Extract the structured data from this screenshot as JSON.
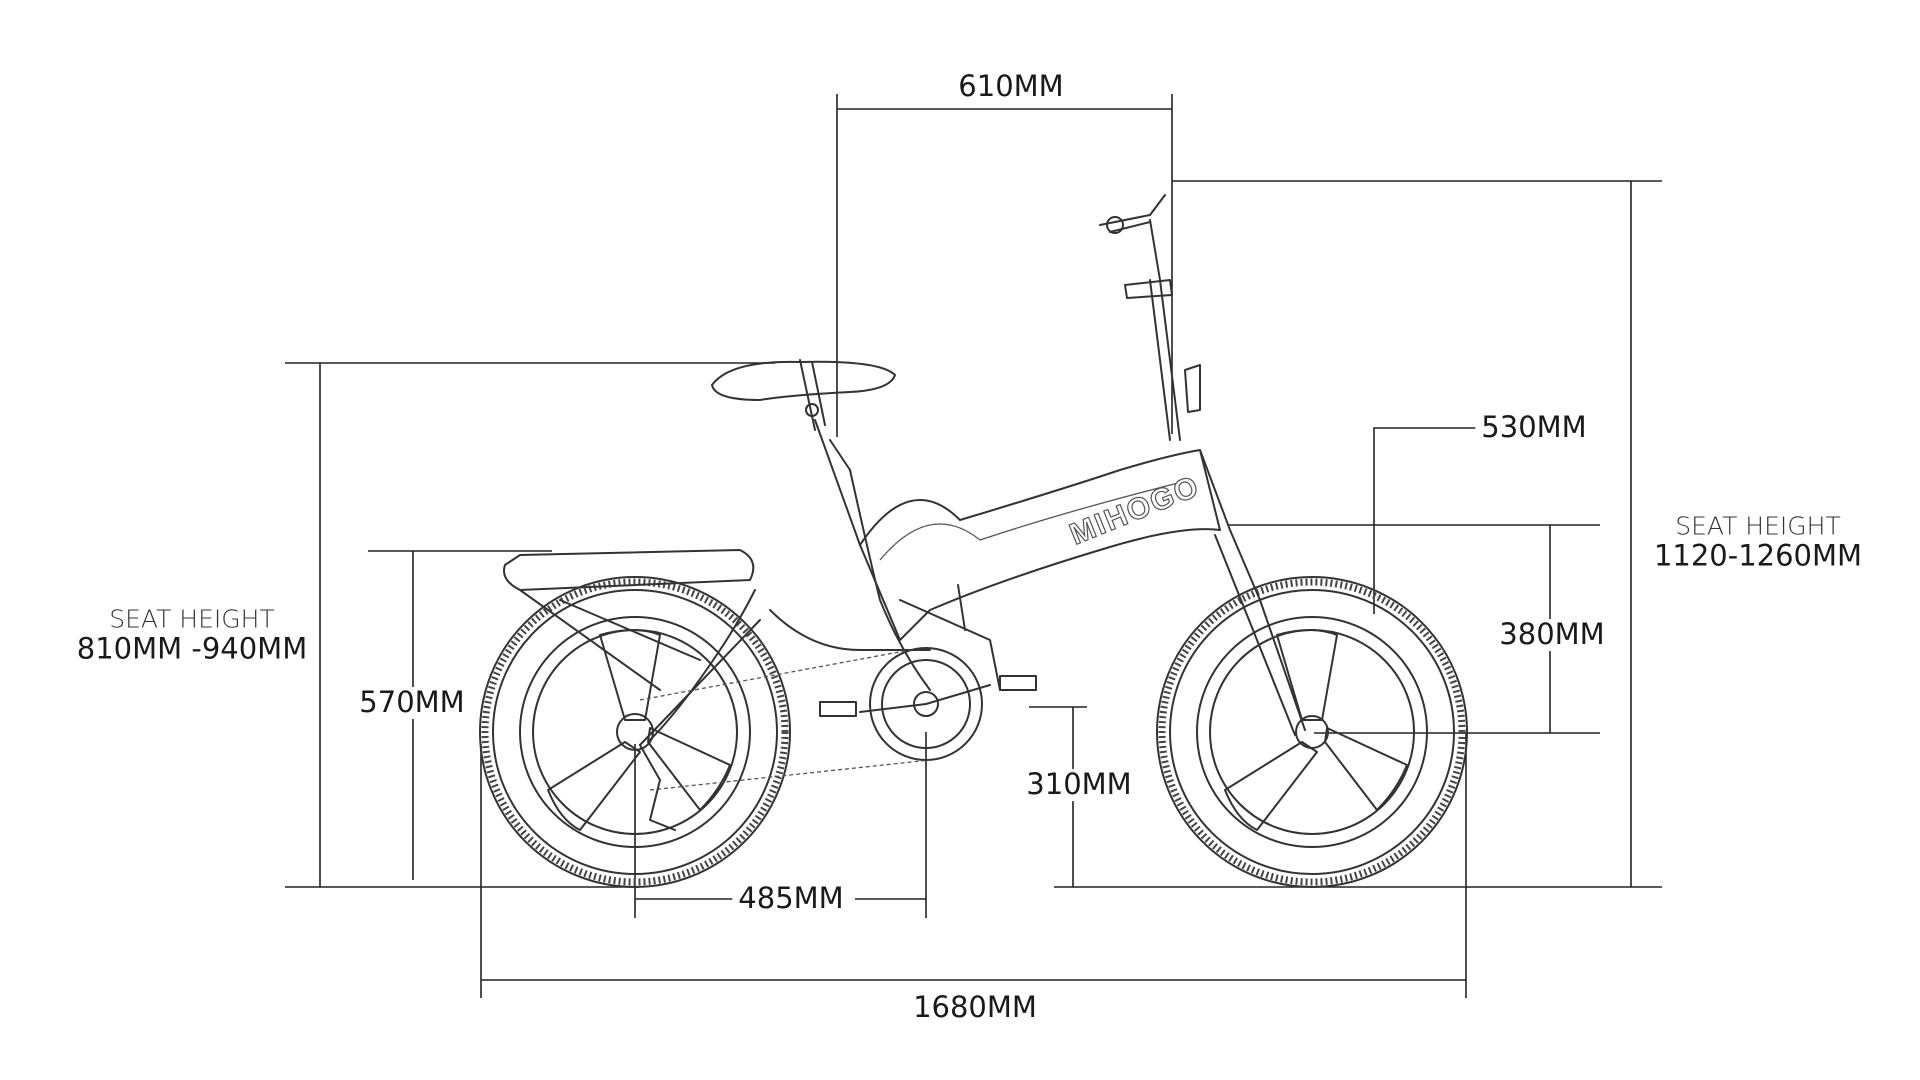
{
  "diagram": {
    "brand_logo": "MIHOGO",
    "dimensions": {
      "handlebar_reach": "610MM",
      "fork_length": "530MM",
      "front_wheel_radius": "380MM",
      "bottom_bracket_height": "310MM",
      "rear_rack_height": "570MM",
      "chainstay_length": "485MM",
      "overall_length": "1680MM"
    },
    "seat_height_left": {
      "label": "SEAT HEIGHT",
      "value": "810MM -940MM"
    },
    "seat_height_right": {
      "label": "SEAT HEIGHT",
      "value": "1120-1260MM"
    }
  }
}
